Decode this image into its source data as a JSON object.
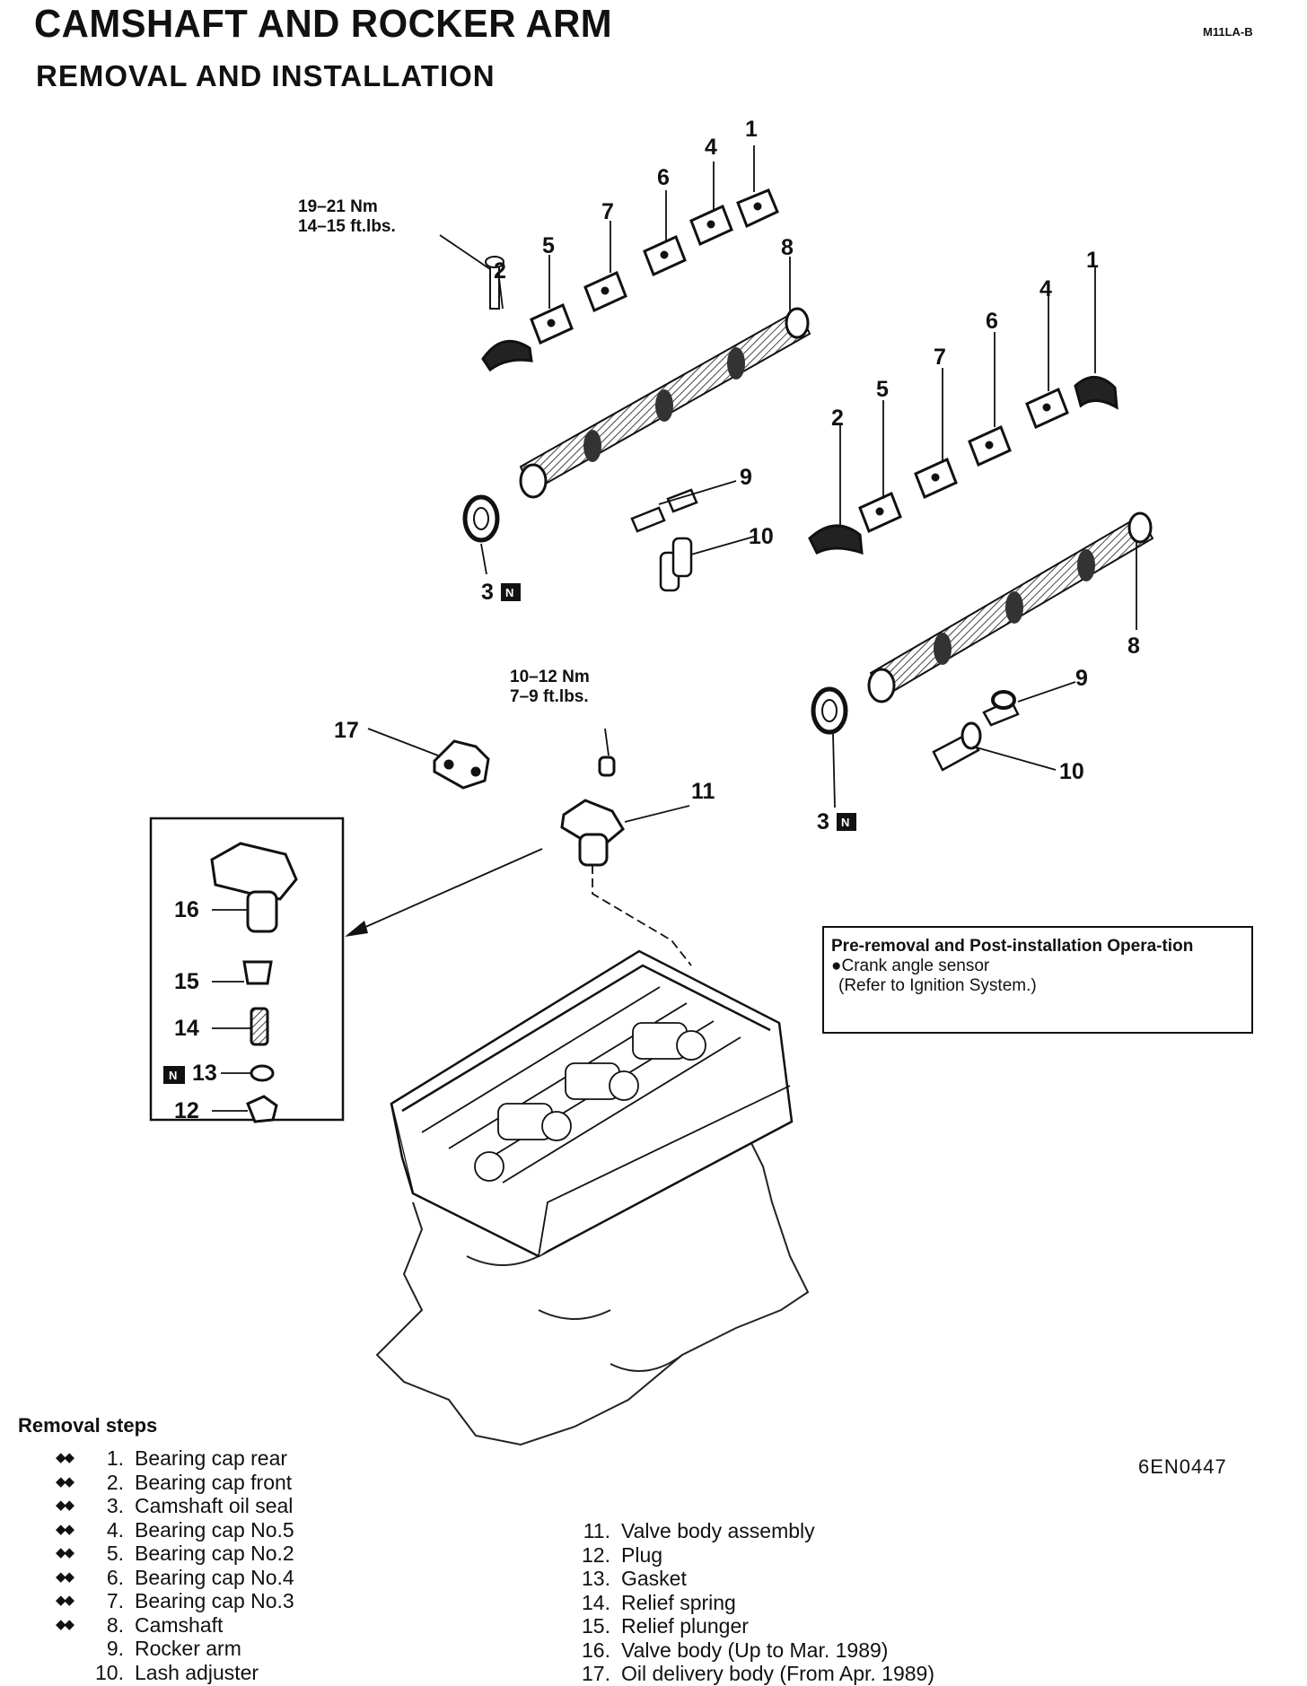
{
  "header": {
    "title": "CAMSHAFT AND ROCKER ARM",
    "subtitle": "REMOVAL AND INSTALLATION",
    "code": "M11LA-B"
  },
  "torque": {
    "upper_nm": "19–21 Nm",
    "upper_ft": "14–15 ft.lbs.",
    "lower_nm": "10–12 Nm",
    "lower_ft": "7–9 ft.lbs."
  },
  "callouts": {
    "c1": "1",
    "c2": "2",
    "c3": "3",
    "c4": "4",
    "c5": "5",
    "c6": "6",
    "c7": "7",
    "c8": "8",
    "c9": "9",
    "c10": "10",
    "c11": "11",
    "c12": "12",
    "c13": "13",
    "c14": "14",
    "c15": "15",
    "c16": "16",
    "c17": "17",
    "n": "N"
  },
  "note": {
    "title": "Pre-removal and Post-installation Opera-tion",
    "item1": "●Crank angle sensor",
    "item2": "(Refer to Ignition System.)"
  },
  "figure_id": "6EN0447",
  "steps": {
    "title": "Removal steps",
    "mark": "◆◆",
    "left": [
      {
        "num": "1.",
        "label": "Bearing cap rear"
      },
      {
        "num": "2.",
        "label": "Bearing cap front"
      },
      {
        "num": "3.",
        "label": "Camshaft oil seal"
      },
      {
        "num": "4.",
        "label": "Bearing cap No.5"
      },
      {
        "num": "5.",
        "label": "Bearing cap No.2"
      },
      {
        "num": "6.",
        "label": "Bearing cap No.4"
      },
      {
        "num": "7.",
        "label": "Bearing cap No.3"
      },
      {
        "num": "8.",
        "label": "Camshaft"
      },
      {
        "num": "9.",
        "label": "Rocker arm"
      },
      {
        "num": "10.",
        "label": "Lash adjuster"
      }
    ],
    "right": [
      {
        "num": "11.",
        "label": "Valve body assembly"
      },
      {
        "num": "12.",
        "label": "Plug"
      },
      {
        "num": "13.",
        "label": "Gasket"
      },
      {
        "num": "14.",
        "label": "Relief spring"
      },
      {
        "num": "15.",
        "label": "Relief plunger"
      },
      {
        "num": "16.",
        "label": "Valve body (Up to Mar. 1989)"
      },
      {
        "num": "17.",
        "label": "Oil delivery body (From Apr. 1989)"
      }
    ]
  }
}
